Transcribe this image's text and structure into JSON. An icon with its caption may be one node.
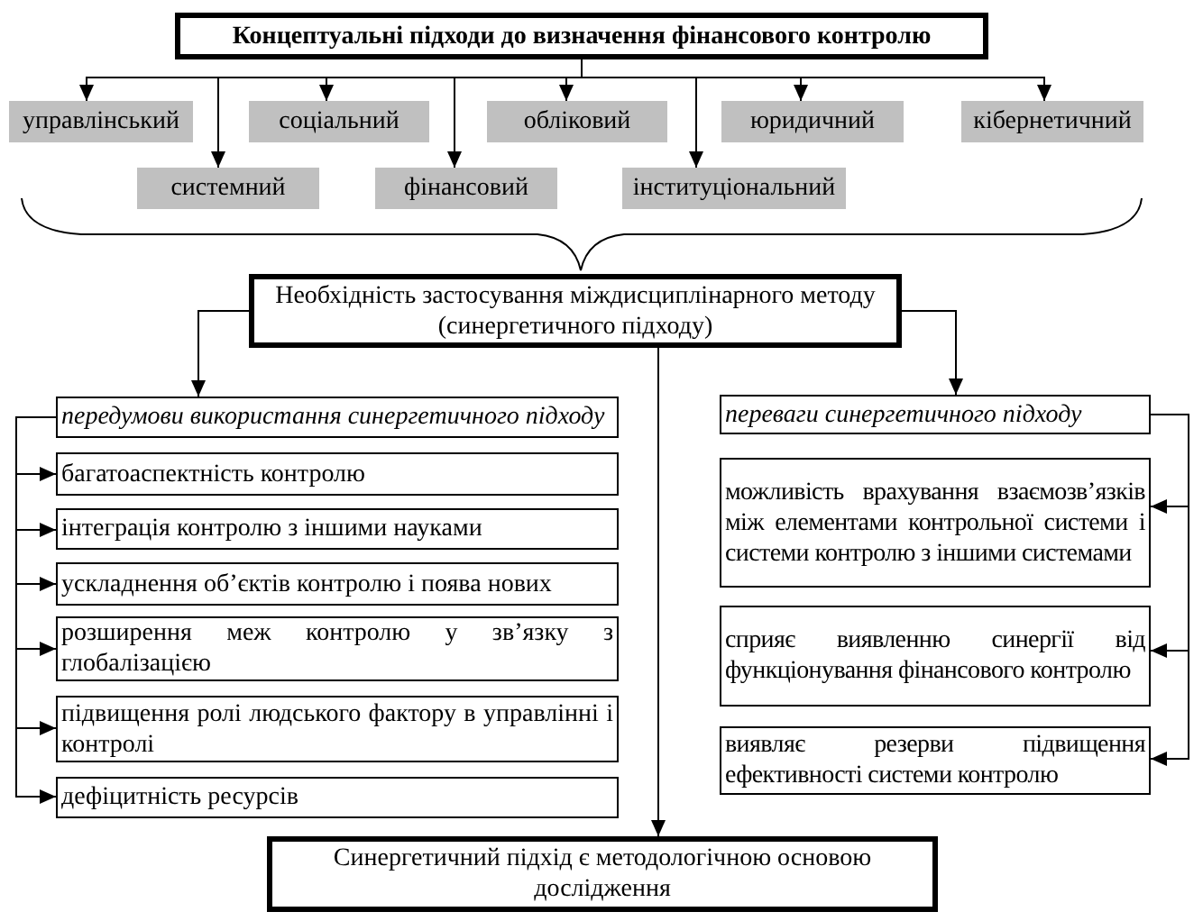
{
  "diagram": {
    "nodes": [
      {
        "text": [
          "Концептуальні підходи до визначення фінансового контролю"
        ]
      },
      {
        "text": [
          "управлінський"
        ]
      },
      {
        "text": [
          "соціальний"
        ]
      },
      {
        "text": [
          "обліковий"
        ]
      },
      {
        "text": [
          "юридичний"
        ]
      },
      {
        "text": [
          "кібернетичний"
        ]
      },
      {
        "text": [
          "системний"
        ]
      },
      {
        "text": [
          "фінансовий"
        ]
      },
      {
        "text": [
          "інституціональний"
        ]
      },
      {
        "text": [
          "Необхідність застосування міждисциплінарного методу (синергетичного підходу)"
        ]
      },
      {
        "text": [
          "передумови використання синергетичного підходу"
        ]
      },
      {
        "text": [
          "багатоаспектність контролю"
        ]
      },
      {
        "text": [
          "інтеграція контролю з іншими науками"
        ]
      },
      {
        "text": [
          "ускладнення об’єктів контролю і поява нових"
        ]
      },
      {
        "text": [
          "розширення меж контролю у зв’язку з глобалізацією"
        ]
      },
      {
        "text": [
          "підвищення ролі людського фактору в управлінні і контролі"
        ]
      },
      {
        "text": [
          "дефіцитність ресурсів"
        ]
      },
      {
        "text": [
          "переваги синергетичного підходу"
        ]
      },
      {
        "text": [
          "можливість врахування взаємозв’язків між елементами контрольної системи і системи контролю з іншими системами"
        ]
      },
      {
        "text": [
          "сприяє виявленню синергії від функціонування фінансового контролю"
        ]
      },
      {
        "text": [
          "виявляє резерви підвищення ефективності системи контролю"
        ]
      },
      {
        "text": [
          "Синергетичний підхід є методологічною основою дослідження"
        ]
      }
    ],
    "edges": [
      {
        "from": 0,
        "to": 1,
        "arrow": "to"
      },
      {
        "from": 0,
        "to": 2,
        "arrow": "to"
      },
      {
        "from": 0,
        "to": 3,
        "arrow": "to"
      },
      {
        "from": 0,
        "to": 4,
        "arrow": "to"
      },
      {
        "from": 0,
        "to": 5,
        "arrow": "to"
      },
      {
        "from": 0,
        "to": 6,
        "arrow": "to"
      },
      {
        "from": 0,
        "to": 7,
        "arrow": "to"
      },
      {
        "from": 0,
        "to": 8,
        "arrow": "to"
      },
      {
        "from": 9,
        "to": 10,
        "arrow": "to"
      },
      {
        "from": 9,
        "to": 17,
        "arrow": "to"
      },
      {
        "from": 9,
        "to": 21,
        "arrow": "to"
      },
      {
        "from": 10,
        "to": 11,
        "arrow": "to"
      },
      {
        "from": 10,
        "to": 12,
        "arrow": "to"
      },
      {
        "from": 10,
        "to": 13,
        "arrow": "to"
      },
      {
        "from": 10,
        "to": 14,
        "arrow": "to"
      },
      {
        "from": 10,
        "to": 15,
        "arrow": "to"
      },
      {
        "from": 10,
        "to": 16,
        "arrow": "to"
      },
      {
        "from": 17,
        "to": 18,
        "arrow": "to"
      },
      {
        "from": 17,
        "to": 19,
        "arrow": "to"
      },
      {
        "from": 17,
        "to": 20,
        "arrow": "to"
      }
    ]
  }
}
